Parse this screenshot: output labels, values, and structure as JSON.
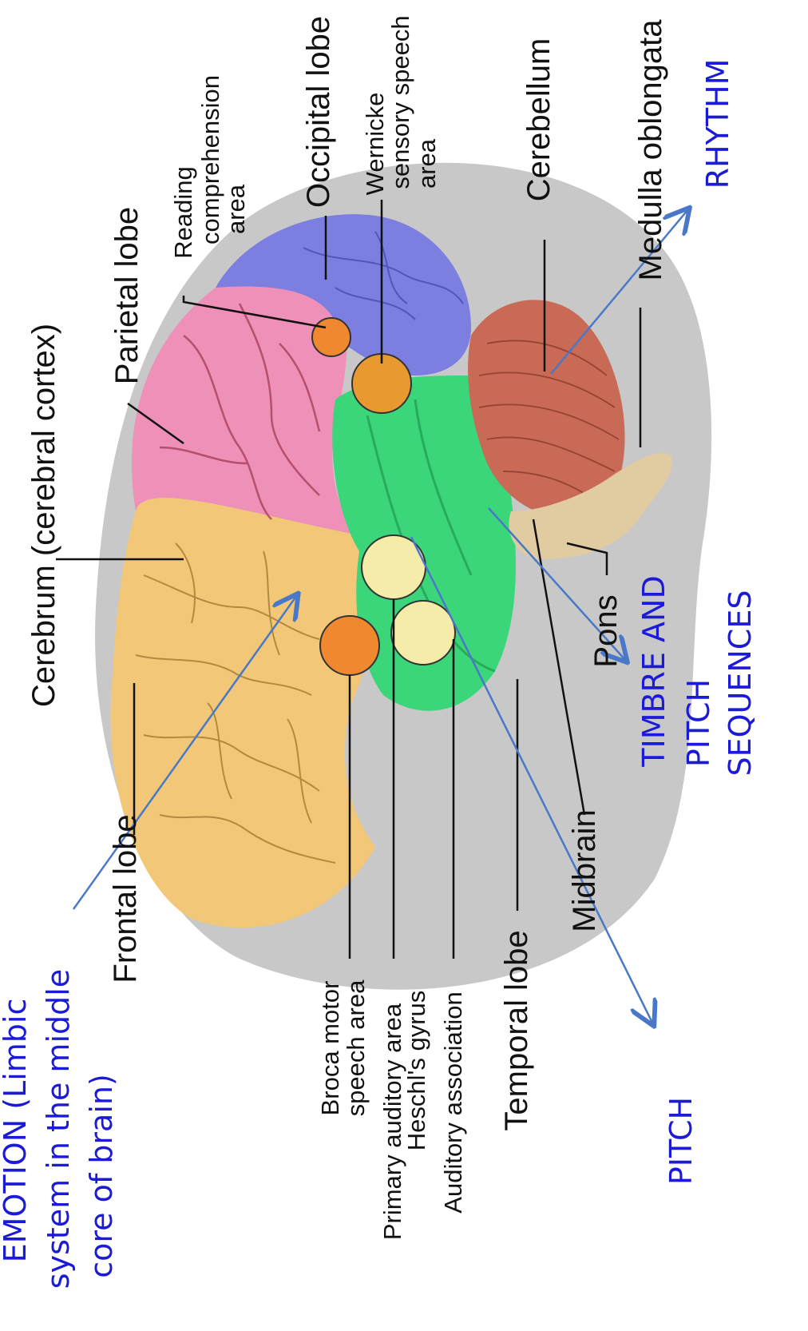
{
  "labels": {
    "cerebrum": "Cerebrum (cerebral cortex)",
    "parietal_lobe": "Parietal lobe",
    "reading_1": "Reading",
    "reading_2": "comprehension",
    "reading_3": "area",
    "occipital_lobe": "Occipital lobe",
    "wernicke_1": "Wernicke",
    "wernicke_2": "sensory speech",
    "wernicke_3": "area",
    "cerebellum": "Cerebellum",
    "medulla": "Medulla oblongata",
    "frontal_lobe": "Frontal lobe",
    "broca_1": "Broca motor",
    "broca_2": "speech area",
    "primary_auditory_1": "Primary auditory area",
    "primary_auditory_2": "Heschl's gyrus",
    "auditory_association": "Auditory association",
    "temporal_lobe": "Temporal lobe",
    "midbrain": "Midbrain",
    "pons": "Pons"
  },
  "annotations": {
    "emotion_1": "EMOTION (Limbic",
    "emotion_2": "system in the middle",
    "emotion_3": "core of brain)",
    "pitch": "PITCH",
    "timbre_1": "TIMBRE AND",
    "timbre_2": "PITCH",
    "timbre_3": "SEQUENCES",
    "rhythm": "RHYTHM"
  },
  "colors": {
    "frontal": "#f2c878",
    "parietal": "#ee90b8",
    "occipital": "#7c7ee0",
    "temporal": "#3cd67a",
    "cerebellum": "#c86a56",
    "brainstem": "#e0cca0",
    "speech_area": "#f08830",
    "auditory_area": "#f4eca8",
    "annotation_text": "#1a1ad8",
    "arrow": "#4a78c8"
  }
}
